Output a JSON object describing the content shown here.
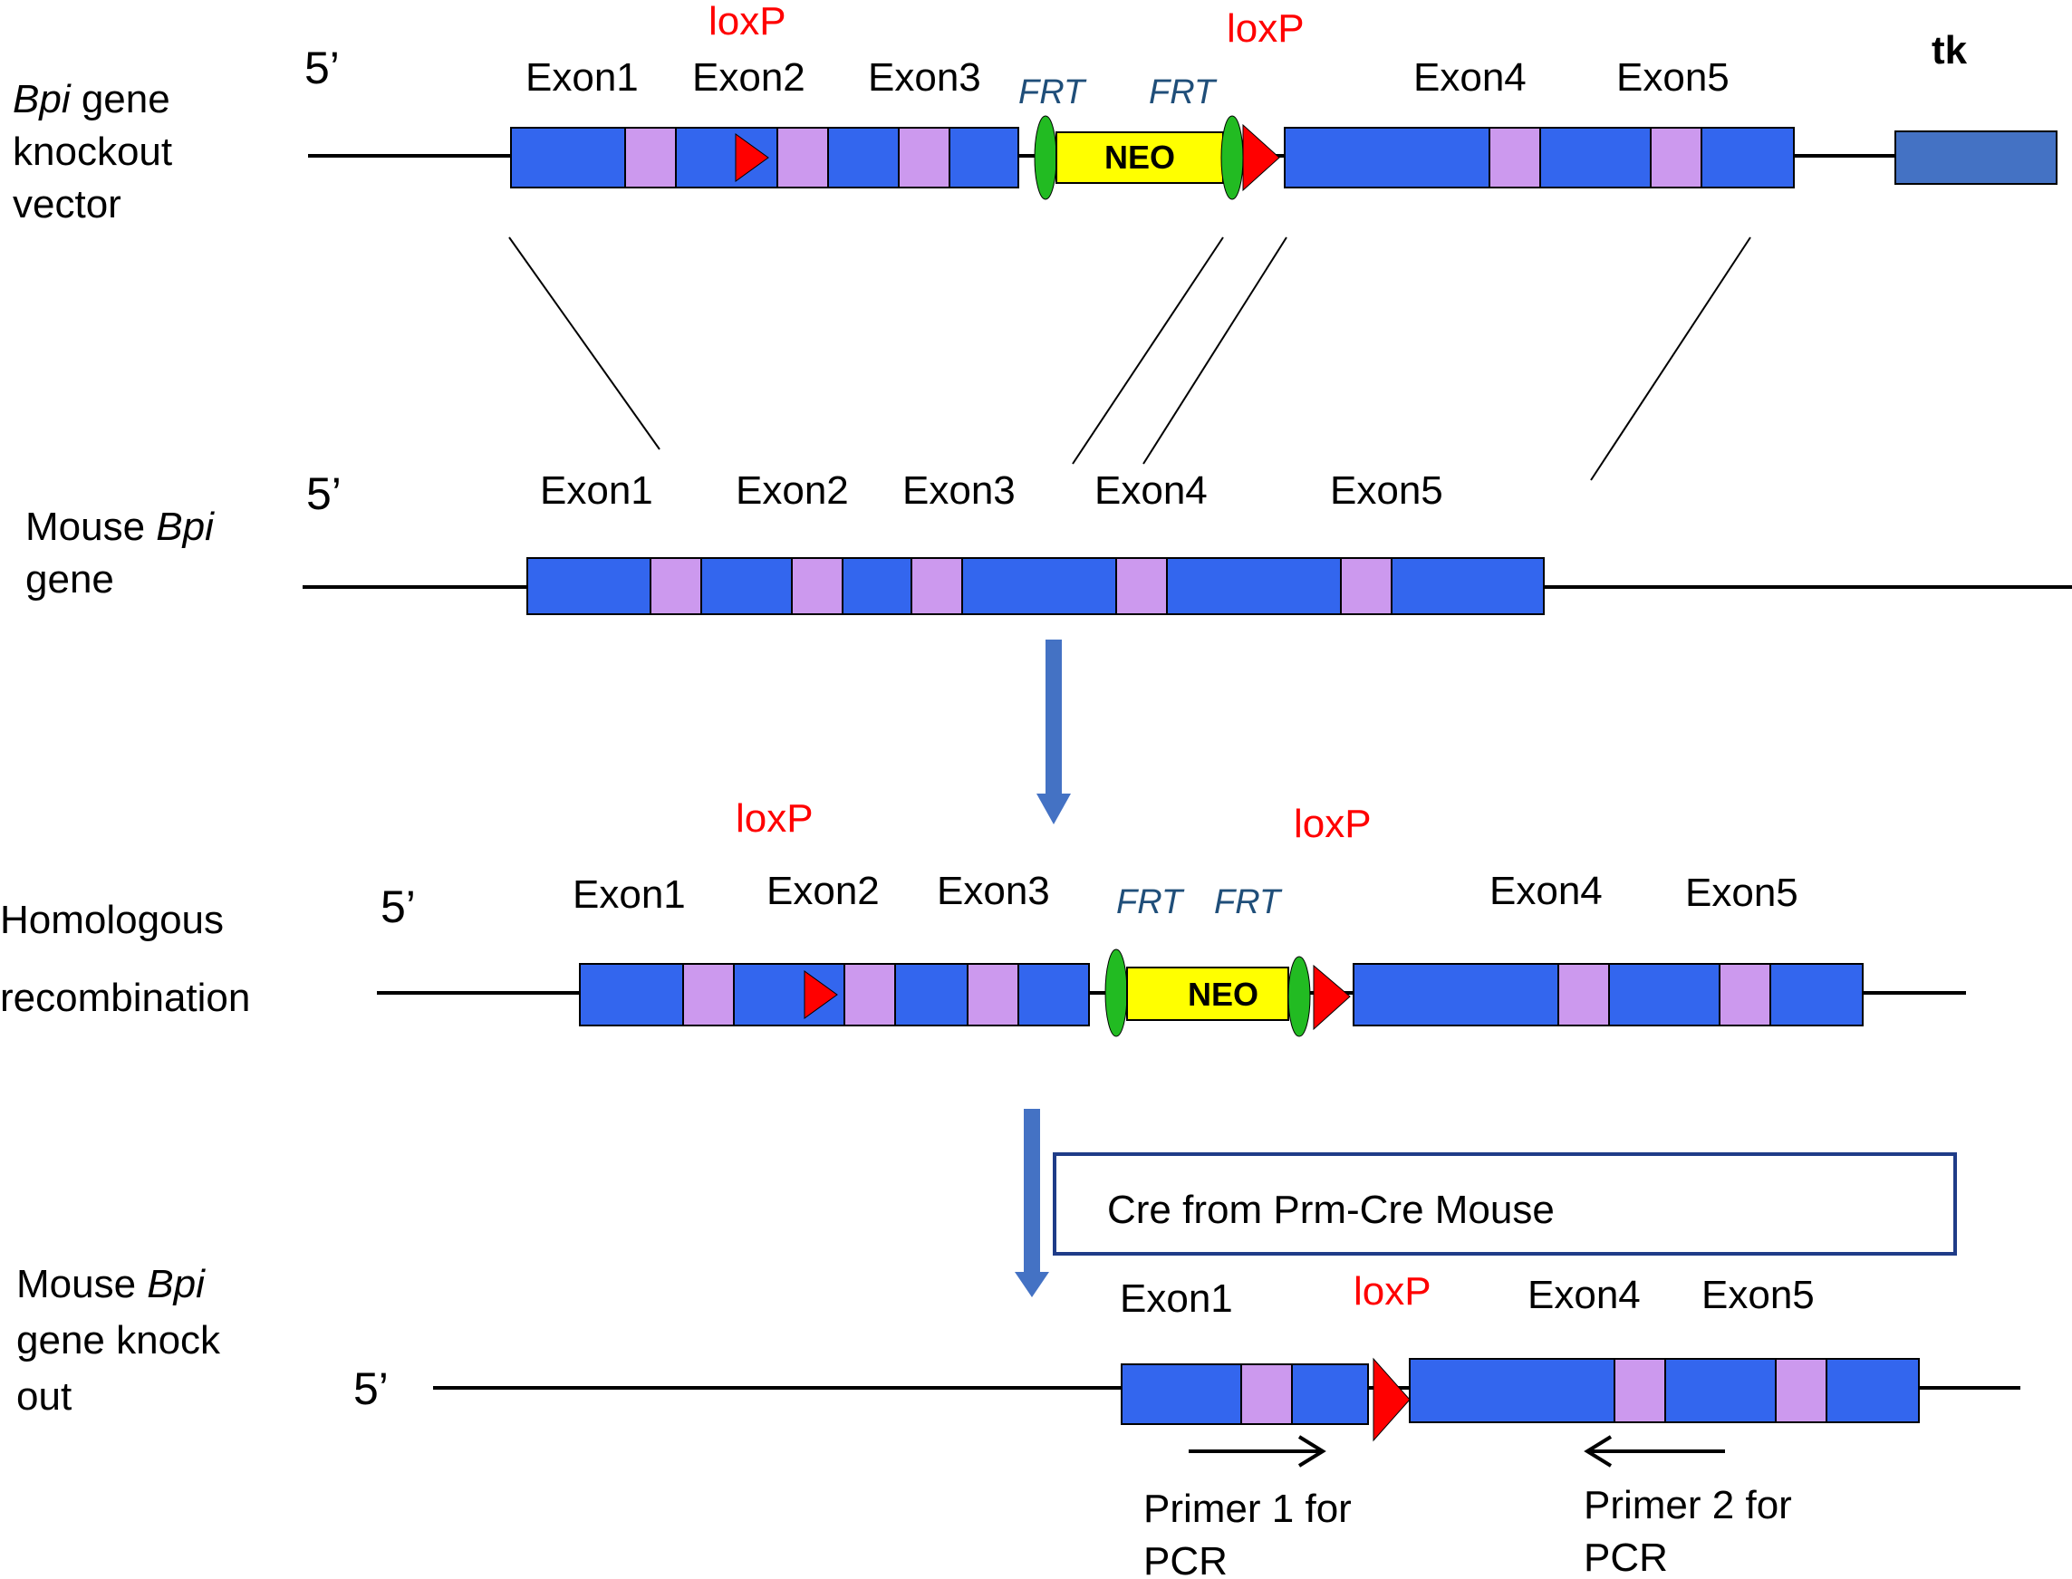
{
  "colors": {
    "exon_block": "#3366ee",
    "exon_mark": "#cc99ee",
    "loxp": "#ff0000",
    "frt": "#22bb22",
    "neo": "#ffff00",
    "tk": "#4472c4",
    "arrow": "#4472c4",
    "cre_box": "#1f3c88"
  },
  "rows": {
    "vector": {
      "label_italic": "Bpi",
      "label_1": " gene",
      "label_2": "knockout",
      "label_3": "vector",
      "five_prime": "5’",
      "exons": [
        "Exon1",
        "Exon2",
        "Exon3",
        "Exon4",
        "Exon5"
      ],
      "loxp": [
        "loxP",
        "loxP"
      ],
      "frt": [
        "FRT",
        "FRT"
      ],
      "neo": "NEO",
      "tk": "tk"
    },
    "mouse_gene": {
      "label_1": "Mouse ",
      "label_italic": "Bpi",
      "label_2": "gene",
      "five_prime": "5’",
      "exons": [
        "Exon1",
        "Exon2",
        "Exon3",
        "Exon4",
        "Exon5"
      ]
    },
    "recombination": {
      "label_1": "Homologous",
      "label_2": "recombination",
      "five_prime": "5’",
      "exons": [
        "Exon1",
        "Exon2",
        "Exon3",
        "Exon4",
        "Exon5"
      ],
      "loxp": [
        "loxP",
        "loxP"
      ],
      "frt": [
        "FRT",
        "FRT"
      ],
      "neo": "NEO"
    },
    "knockout": {
      "label_1": "Mouse ",
      "label_italic": "Bpi",
      "label_2": "gene knock",
      "label_3": "out",
      "five_prime": "5’",
      "exons": [
        "Exon1",
        "Exon4",
        "Exon5"
      ],
      "loxp": "loxP",
      "cre_box": "Cre from Prm-Cre Mouse",
      "primer1": [
        "Primer 1 for",
        "PCR"
      ],
      "primer2": [
        "Primer 2 for",
        "PCR"
      ]
    }
  }
}
